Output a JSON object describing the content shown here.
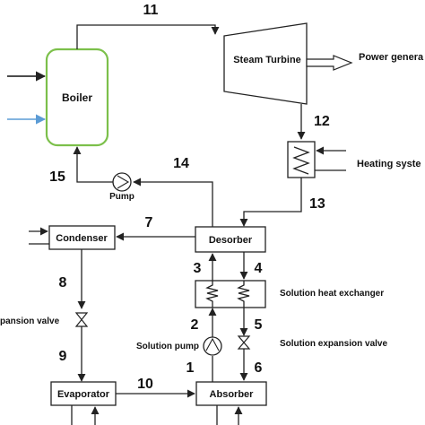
{
  "components": {
    "boiler": "Boiler",
    "steam_turbine": "Steam Turbine",
    "power_generation": "Power genera",
    "heating_system": "Heating syste",
    "condenser": "Condenser",
    "desorber": "Desorber",
    "evaporator": "Evaporator",
    "absorber": "Absorber",
    "pump": "Pump",
    "expansion_valve": "pansion valve",
    "solution_heat_exchanger": "Solution heat exchanger",
    "solution_pump": "Solution pump",
    "solution_expansion_valve": "Solution expansion valve"
  },
  "streams": [
    "1",
    "2",
    "3",
    "4",
    "5",
    "6",
    "7",
    "8",
    "9",
    "10",
    "11",
    "12",
    "13",
    "14",
    "15"
  ],
  "colors": {
    "boiler_border": "#7cc04b",
    "blue_inlet": "#5b9bd5",
    "line": "#222222"
  }
}
